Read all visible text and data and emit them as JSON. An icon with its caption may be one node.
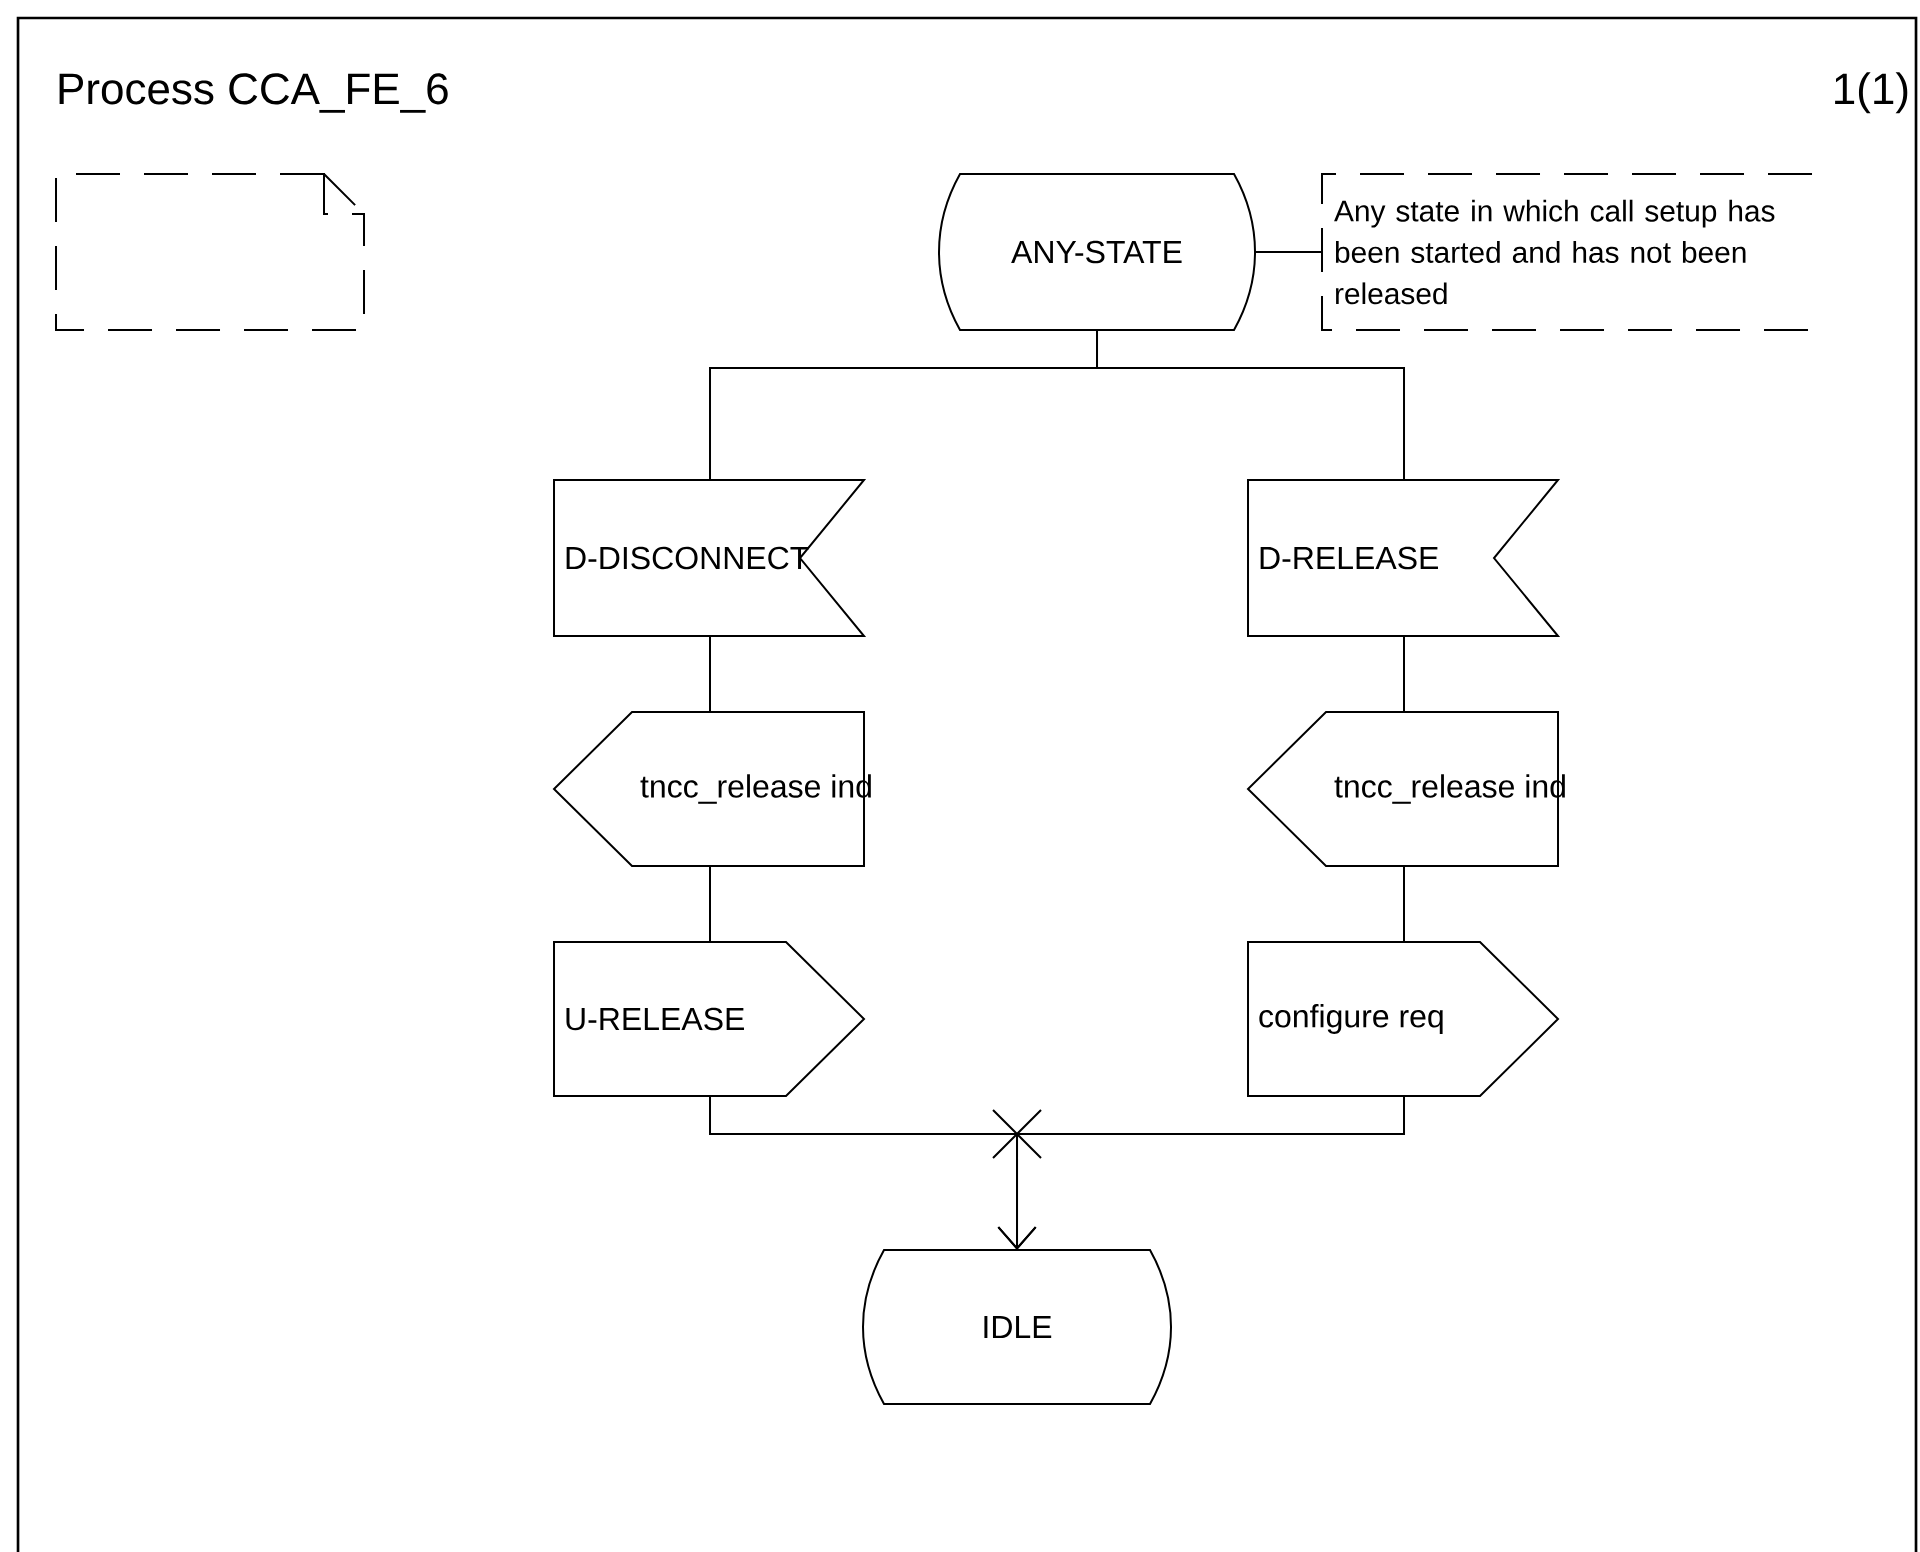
{
  "diagram": {
    "title": "Process CCA_FE_6",
    "nodes": [
      {
        "text": [],
        "shape": "note"
      },
      {
        "text": [
          "ANY-STATE"
        ]
      },
      {
        "text": [
          "Any state in which call setup has been started and has not been released"
        ]
      },
      {
        "text": [
          "D-DISCONNECT"
        ]
      },
      {
        "text": [
          "D-RELEASE"
        ]
      },
      {
        "text": [
          "tncc_release ind"
        ]
      },
      {
        "text": [
          "tncc_release ind"
        ]
      },
      {
        "text": [
          "U-RELEASE"
        ]
      },
      {
        "text": [
          "configure req"
        ]
      },
      {
        "text": [
          "IDLE"
        ]
      }
    ],
    "edges": [
      {
        "from": 1,
        "to": 2,
        "arrow": "none"
      },
      {
        "from": 1,
        "to": 3,
        "arrow": "none"
      },
      {
        "from": 1,
        "to": 4,
        "arrow": "none"
      },
      {
        "from": 3,
        "to": 5,
        "arrow": "none"
      },
      {
        "from": 4,
        "to": 6,
        "arrow": "none"
      },
      {
        "from": 5,
        "to": 7,
        "arrow": "none"
      },
      {
        "from": 6,
        "to": 8,
        "arrow": "none"
      },
      {
        "from": 7,
        "to": 9,
        "arrow": "to"
      },
      {
        "from": 8,
        "to": 9,
        "arrow": "to"
      }
    ],
    "labels": [
      "1(1)"
    ]
  }
}
